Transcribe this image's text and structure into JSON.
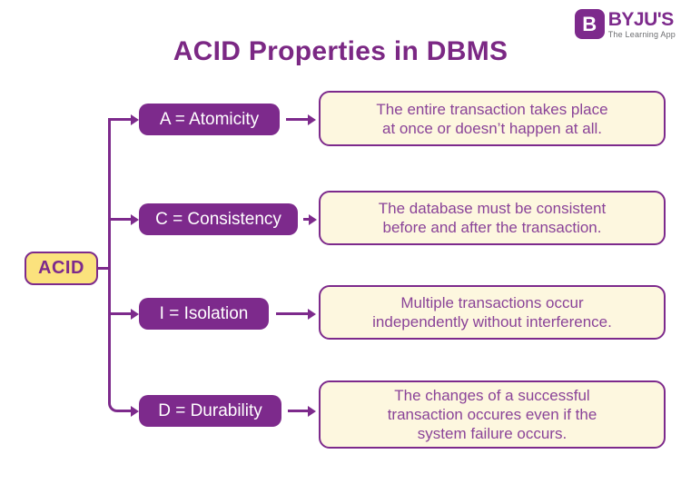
{
  "page": {
    "title": "ACID Properties in DBMS"
  },
  "logo": {
    "icon_letter": "B",
    "name": "BYJU'S",
    "tagline": "The Learning App"
  },
  "root": {
    "label": "ACID"
  },
  "properties": [
    {
      "label": "A = Atomicity",
      "description": "The entire transaction takes place\nat once or doesn’t happen at all."
    },
    {
      "label": "C = Consistency",
      "description": "The database must be consistent\nbefore and after the transaction."
    },
    {
      "label": "I = Isolation",
      "description": "Multiple transactions occur\nindependently without interference."
    },
    {
      "label": "D = Durability",
      "description": "The changes of a successful\ntransaction occures even if the\nsystem failure occurs."
    }
  ],
  "colors": {
    "purple": "#7D2A8C",
    "title_purple": "#7B2884",
    "description_text": "#8A4398",
    "root_yellow": "#FBE27D",
    "description_cream": "#FDF7DF",
    "tagline_gray": "#6D6E71",
    "node_text_white": "#FFFFFF"
  }
}
